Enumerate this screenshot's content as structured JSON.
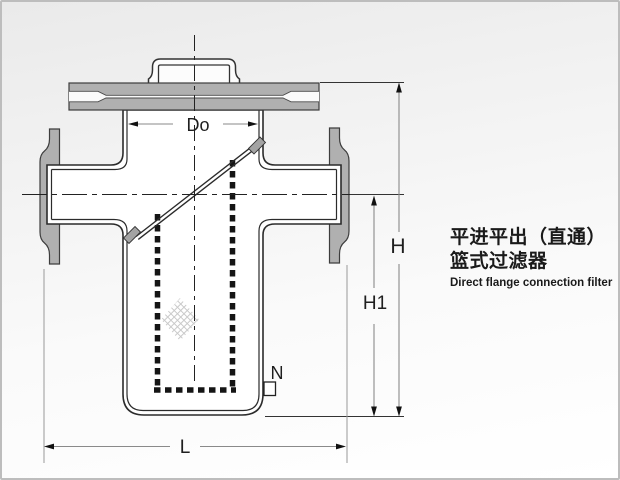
{
  "title_block": {
    "line1_zh": "平进平出（直通）",
    "line2_zh": "篮式过滤器",
    "subtitle_en": "Direct flange connection filter"
  },
  "dimensions": {
    "basket_diameter": "Do",
    "total_height": "H",
    "lower_height": "H1",
    "overall_length": "L",
    "drain_port": "N"
  },
  "colors": {
    "metal_gray": "#b0b0b0",
    "outline_dark": "#2b2b2b",
    "dimension_line": "#8a8a8a",
    "mesh_hatch": "#c9c9c9",
    "frame_border": "#bdbdbd",
    "background_top": "#eaeaea",
    "background_bottom": "#ffffff"
  }
}
